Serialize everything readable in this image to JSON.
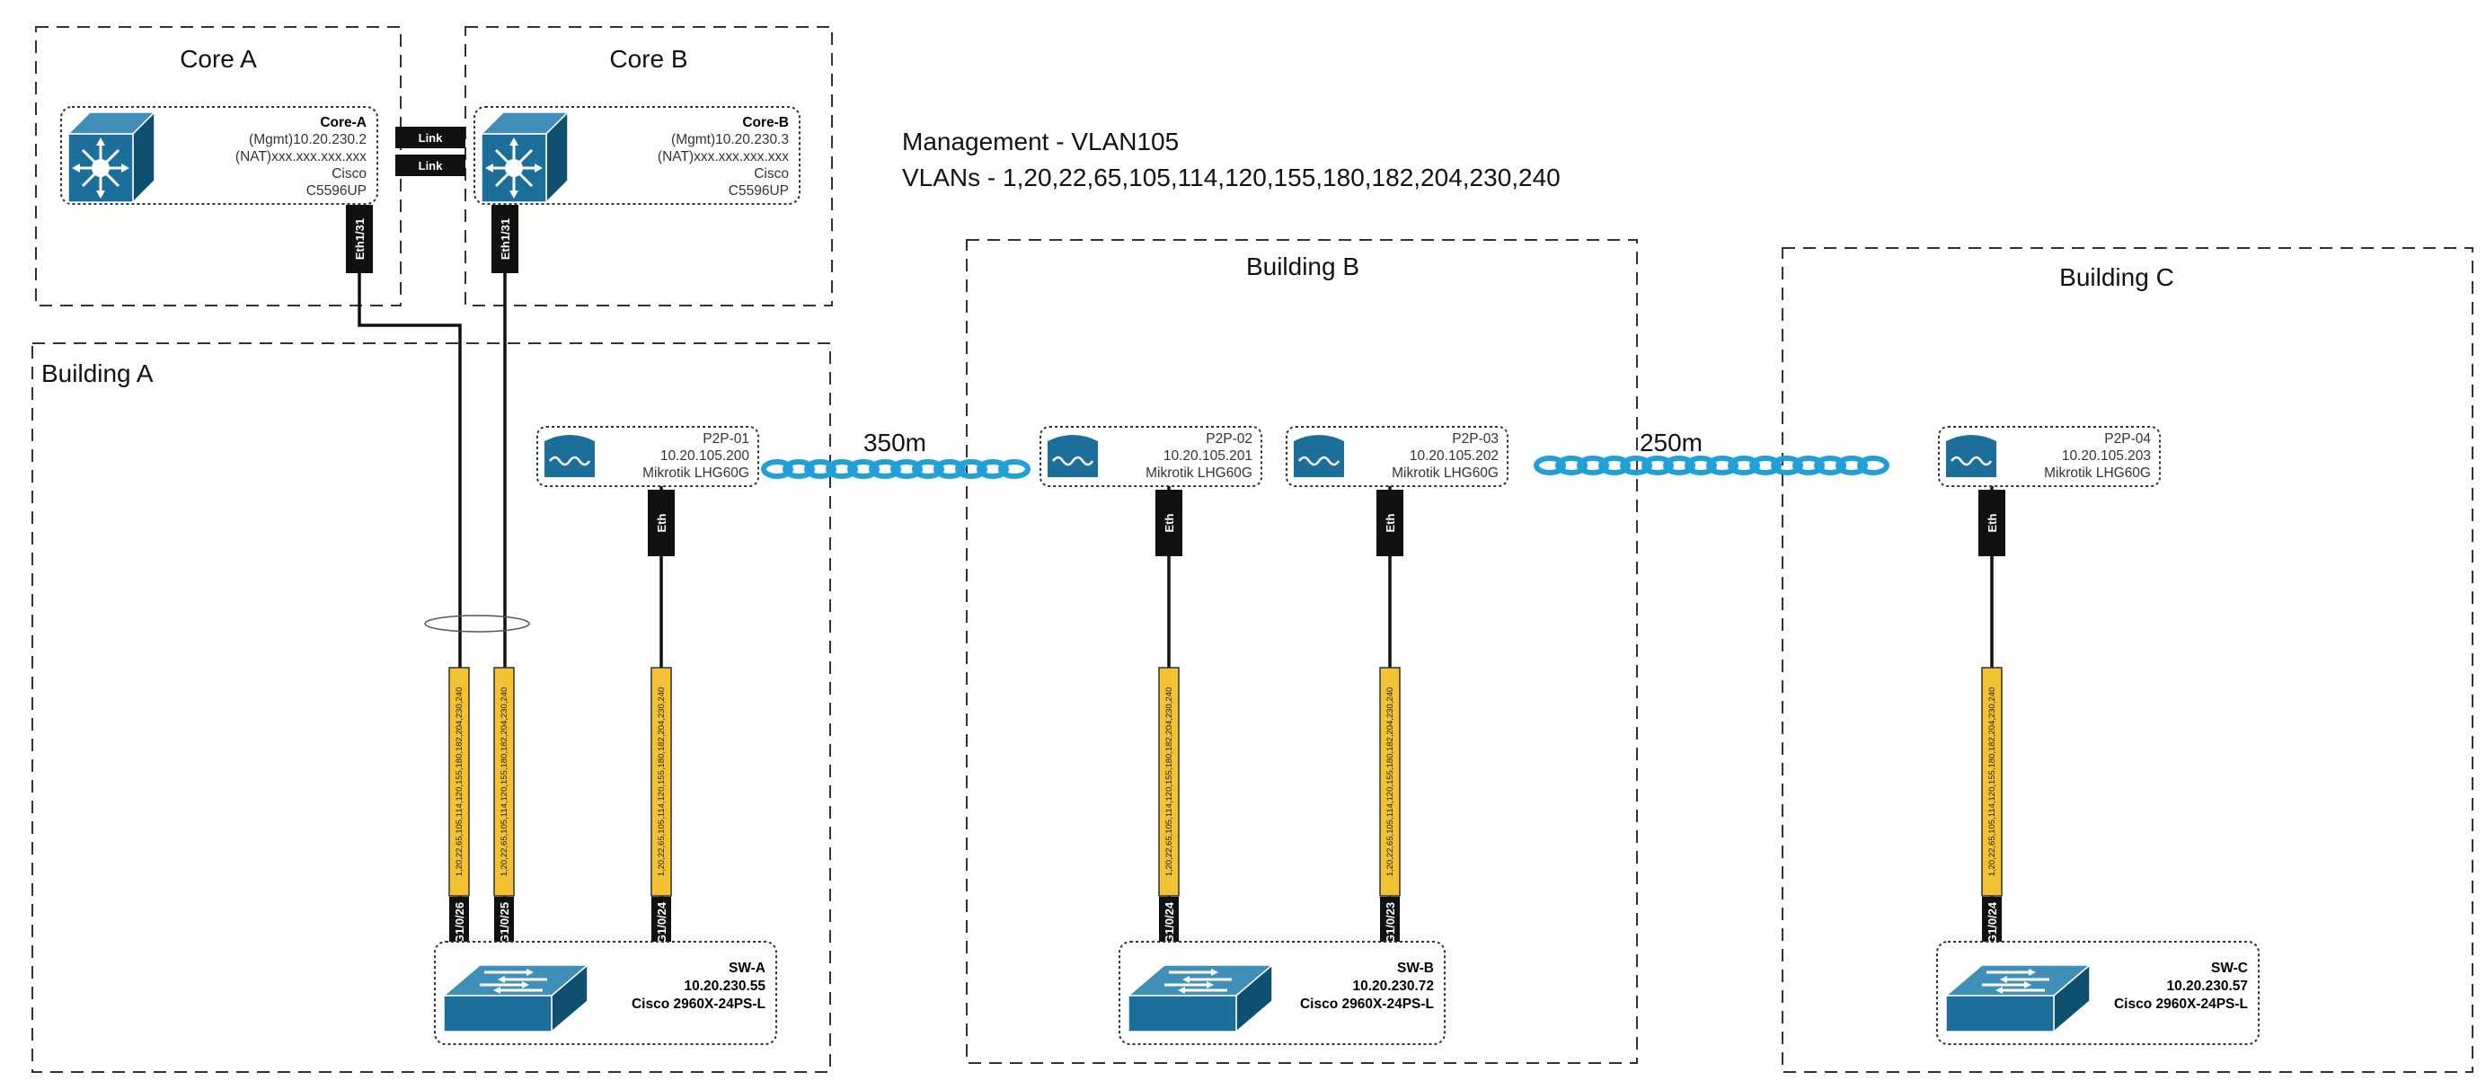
{
  "info": {
    "management": "Management - VLAN105",
    "vlans": "VLANs - 1,20,22,65,105,114,120,155,180,182,204,230,240"
  },
  "areas": {
    "core_a": "Core A",
    "core_b": "Core B",
    "building_a": "Building A",
    "building_b": "Building B",
    "building_c": "Building C"
  },
  "core_a": {
    "name": "Core-A",
    "mgmt": "(Mgmt)10.20.230.2",
    "nat": "(NAT)xxx.xxx.xxx.xxx",
    "vendor": "Cisco",
    "model": "C5596UP",
    "port": "Eth1/31"
  },
  "core_b": {
    "name": "Core-B",
    "mgmt": "(Mgmt)10.20.230.3",
    "nat": "(NAT)xxx.xxx.xxx.xxx",
    "vendor": "Cisco",
    "model": "C5596UP",
    "port": "Eth1/31"
  },
  "links": [
    "Link",
    "Link"
  ],
  "p2p": [
    {
      "name": "P2P-01",
      "ip": "10.20.105.200",
      "model": "Mikrotik LHG60G",
      "port": "Eth"
    },
    {
      "name": "P2P-02",
      "ip": "10.20.105.201",
      "model": "Mikrotik LHG60G",
      "port": "Eth"
    },
    {
      "name": "P2P-03",
      "ip": "10.20.105.202",
      "model": "Mikrotik LHG60G",
      "port": "Eth"
    },
    {
      "name": "P2P-04",
      "ip": "10.20.105.203",
      "model": "Mikrotik LHG60G",
      "port": "Eth"
    }
  ],
  "distances": [
    "350m",
    "250m"
  ],
  "vlan_tag": "1,20,22,65,105,114,120,155,180,182,204,230,240",
  "switches": [
    {
      "name": "SW-A",
      "ip": "10.20.230.55",
      "model": "Cisco 2960X-24PS-L",
      "ports": [
        "G1/0/26",
        "G1/0/25",
        "G1/0/24"
      ]
    },
    {
      "name": "SW-B",
      "ip": "10.20.230.72",
      "model": "Cisco 2960X-24PS-L",
      "ports": [
        "G1/0/24",
        "G1/0/23"
      ]
    },
    {
      "name": "SW-C",
      "ip": "10.20.230.57",
      "model": "Cisco 2960X-24PS-L",
      "ports": [
        "G1/0/24"
      ]
    }
  ],
  "colors": {
    "device": "#1c6f9a",
    "device_dark": "#0f4f70",
    "vlan": "#f2c233",
    "wireless": "#1fa0d8"
  }
}
